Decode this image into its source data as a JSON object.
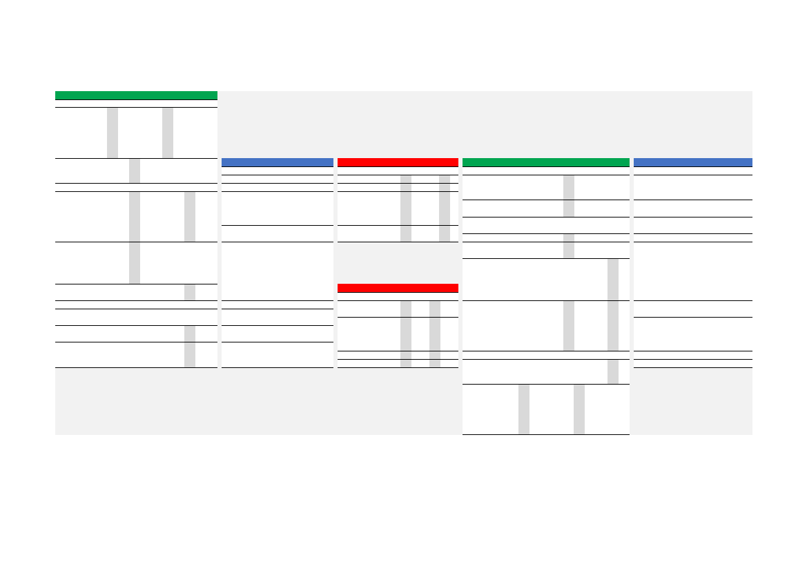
{
  "sheet": {
    "background": "#f2f2f2",
    "header_colors": {
      "green": "#00a550",
      "blue": "#4472c4",
      "red": "#ff0000"
    },
    "panels": [
      {
        "id": "panel-1",
        "header_color": "#00a550",
        "header_text": ""
      },
      {
        "id": "panel-2",
        "header_color": "#4472c4",
        "header_text": ""
      },
      {
        "id": "panel-3",
        "header_color": "#ff0000",
        "header_text": ""
      },
      {
        "id": "panel-4",
        "header_color": "#ff0000",
        "header_text": ""
      },
      {
        "id": "panel-5",
        "header_color": "#00a550",
        "header_text": ""
      },
      {
        "id": "panel-6",
        "header_color": "#4472c4",
        "header_text": ""
      }
    ]
  }
}
